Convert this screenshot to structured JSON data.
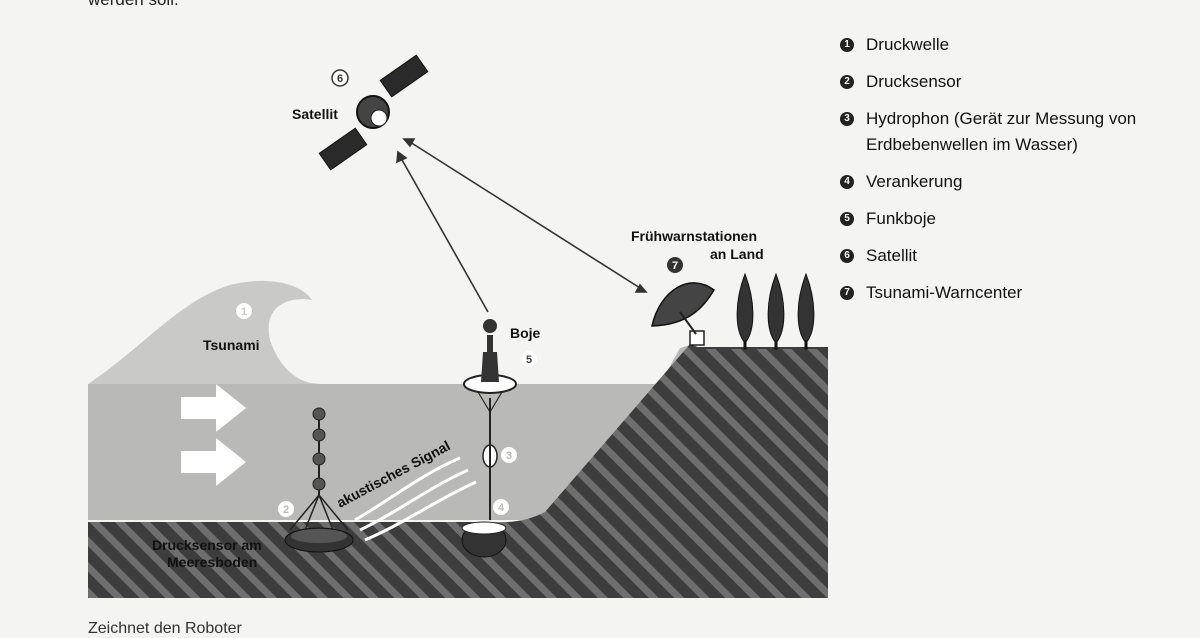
{
  "page": {
    "top_text": "werden soll.",
    "caption": "Zeichnet den Roboter"
  },
  "diagram": {
    "labels": {
      "satellite": "Satellit",
      "tsunami": "Tsunami",
      "buoy": "Boje",
      "stations_line1": "Frühwarnstationen",
      "stations_line2": "an Land",
      "signal": "akustisches Signal",
      "sensor_line1": "Drucksensor am",
      "sensor_line2": "Meeresboden"
    },
    "markers": [
      "1",
      "2",
      "3",
      "4",
      "5",
      "6",
      "7"
    ]
  },
  "legend": {
    "items": [
      {
        "number": "1",
        "text": "Druckwelle"
      },
      {
        "number": "2",
        "text": "Drucksensor"
      },
      {
        "number": "3",
        "text": "Hydrophon (Gerät zur Messung von Erdbebenwellen im Wasser)"
      },
      {
        "number": "4",
        "text": "Verankerung"
      },
      {
        "number": "5",
        "text": "Funkboje"
      },
      {
        "number": "6",
        "text": "Satellit"
      },
      {
        "number": "7",
        "text": "Tsunami-Warncenter"
      }
    ]
  },
  "colors": {
    "water": "#b9b9b8",
    "wave": "#c9c9c8",
    "ground_dark": "#3d3d3d",
    "ground_stripe": "#6e6e6e",
    "sky": "#f4f4f3",
    "badge": "#222222"
  }
}
